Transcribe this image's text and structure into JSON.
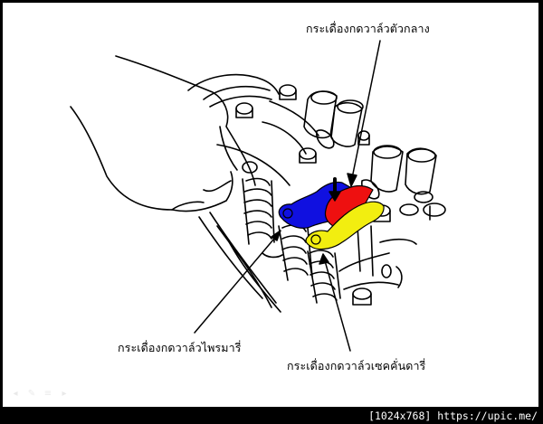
{
  "diagram": {
    "subject": "rocker arm assembly",
    "labels": {
      "center_rocker": "กระเดื่องกดวาล์วตัวกลาง",
      "primary_rocker": "กระเดื่องกดวาล์วไพรมารี่",
      "secondary_rocker": "กระเดื่องกดวาล์วเซคคั่นดารี่"
    },
    "highlights": [
      {
        "name": "primary-rocker-arm",
        "color": "#1010e0"
      },
      {
        "name": "mid-rocker-arm",
        "color": "#ee1010"
      },
      {
        "name": "secondary-rocker-arm",
        "color": "#f2ee10"
      }
    ]
  },
  "slide_toolbar": {
    "icons": [
      "previous-icon",
      "pen-icon",
      "menu-icon",
      "next-icon"
    ]
  },
  "watermark": {
    "text": "[1024x768] https://upic.me/"
  },
  "colors": {
    "frame": "#000000",
    "background": "#ffffff",
    "line": "#000000"
  }
}
